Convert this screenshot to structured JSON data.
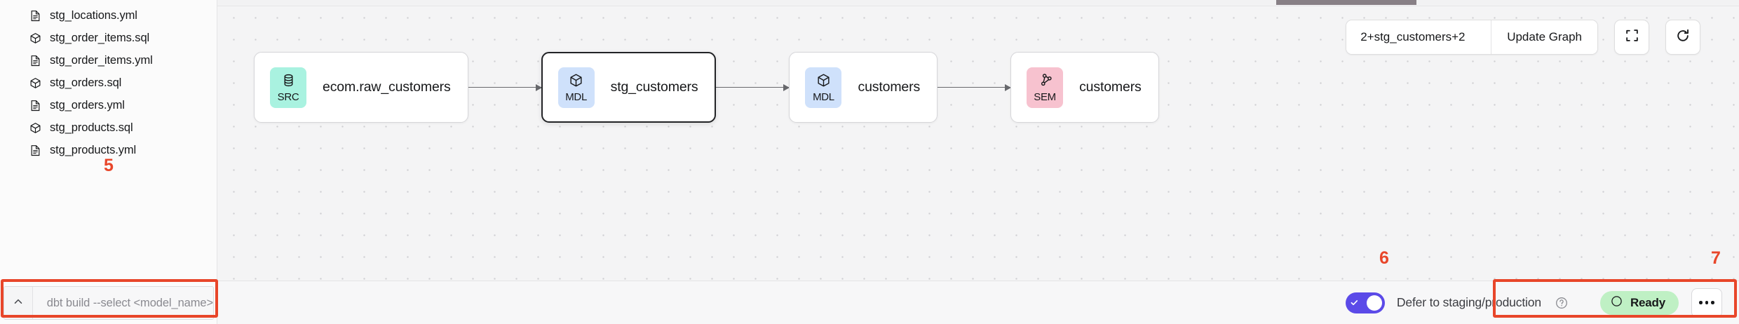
{
  "sidebar": {
    "files": [
      {
        "label": "stg_locations.yml",
        "icon": "file-yml-icon",
        "type": "yml"
      },
      {
        "label": "stg_order_items.sql",
        "icon": "cube-sql-icon",
        "type": "sql"
      },
      {
        "label": "stg_order_items.yml",
        "icon": "file-yml-icon",
        "type": "yml"
      },
      {
        "label": "stg_orders.sql",
        "icon": "cube-sql-icon",
        "type": "sql"
      },
      {
        "label": "stg_orders.yml",
        "icon": "file-yml-icon",
        "type": "yml"
      },
      {
        "label": "stg_products.sql",
        "icon": "cube-sql-icon",
        "type": "sql"
      },
      {
        "label": "stg_products.yml",
        "icon": "file-yml-icon",
        "type": "yml"
      }
    ],
    "command_bar": {
      "caret_icon": "chevron-up-icon",
      "placeholder": "dbt build --select <model_name>",
      "value": ""
    }
  },
  "toolbar": {
    "selector_value": "2+stg_customers+2",
    "update_label": "Update Graph",
    "fit_view_icon": "fit-view-icon",
    "refresh_icon": "refresh-icon"
  },
  "graph": {
    "nodes": [
      {
        "id": "src-ecom-raw-customers",
        "badge": "SRC",
        "badge_kind": "src",
        "icon": "database-icon",
        "label": "ecom.raw_customers",
        "selected": false
      },
      {
        "id": "mdl-stg-customers",
        "badge": "MDL",
        "badge_kind": "mdl",
        "icon": "cube-icon",
        "label": "stg_customers",
        "selected": true
      },
      {
        "id": "mdl-customers",
        "badge": "MDL",
        "badge_kind": "mdl",
        "icon": "cube-icon",
        "label": "customers",
        "selected": false
      },
      {
        "id": "sem-customers",
        "badge": "SEM",
        "badge_kind": "sem",
        "icon": "network-icon",
        "label": "customers",
        "selected": false
      }
    ]
  },
  "bottom_bar": {
    "defer_label": "Defer to staging/production",
    "defer_enabled": true,
    "help_icon": "help-circle-icon",
    "status_label": "Ready",
    "status_icon": "circle-icon",
    "more_icon": "ellipsis-icon"
  },
  "annotations": [
    {
      "number": "5",
      "target": "command-bar"
    },
    {
      "number": "6",
      "target": "defer-toggle"
    },
    {
      "number": "7",
      "target": "status-controls"
    }
  ],
  "colors": {
    "annotation": "#e8462a",
    "toggle_on": "#5b4ae8",
    "status_bg": "#bff0c4",
    "badge_src": "#a9f2e0",
    "badge_mdl": "#cfe1fb",
    "badge_sem": "#f7c2cf"
  }
}
